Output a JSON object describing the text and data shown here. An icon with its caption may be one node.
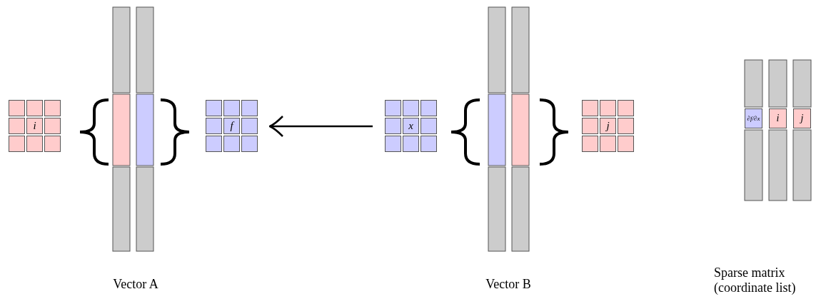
{
  "diagram": {
    "nodes": [
      {
        "text": [
          "i"
        ]
      },
      {
        "text": [
          "f"
        ]
      },
      {
        "text": [
          "x"
        ]
      },
      {
        "text": [
          "j"
        ]
      },
      {
        "text": [
          "∂f/∂x"
        ]
      },
      {
        "text": [
          "i"
        ]
      },
      {
        "text": [
          "j"
        ]
      }
    ],
    "edges": [
      {
        "from": 2,
        "to": 1,
        "arrow": "to"
      }
    ],
    "labels": [
      "Vector A",
      "Vector B",
      "Sparse matrix (coordinate list)"
    ]
  }
}
